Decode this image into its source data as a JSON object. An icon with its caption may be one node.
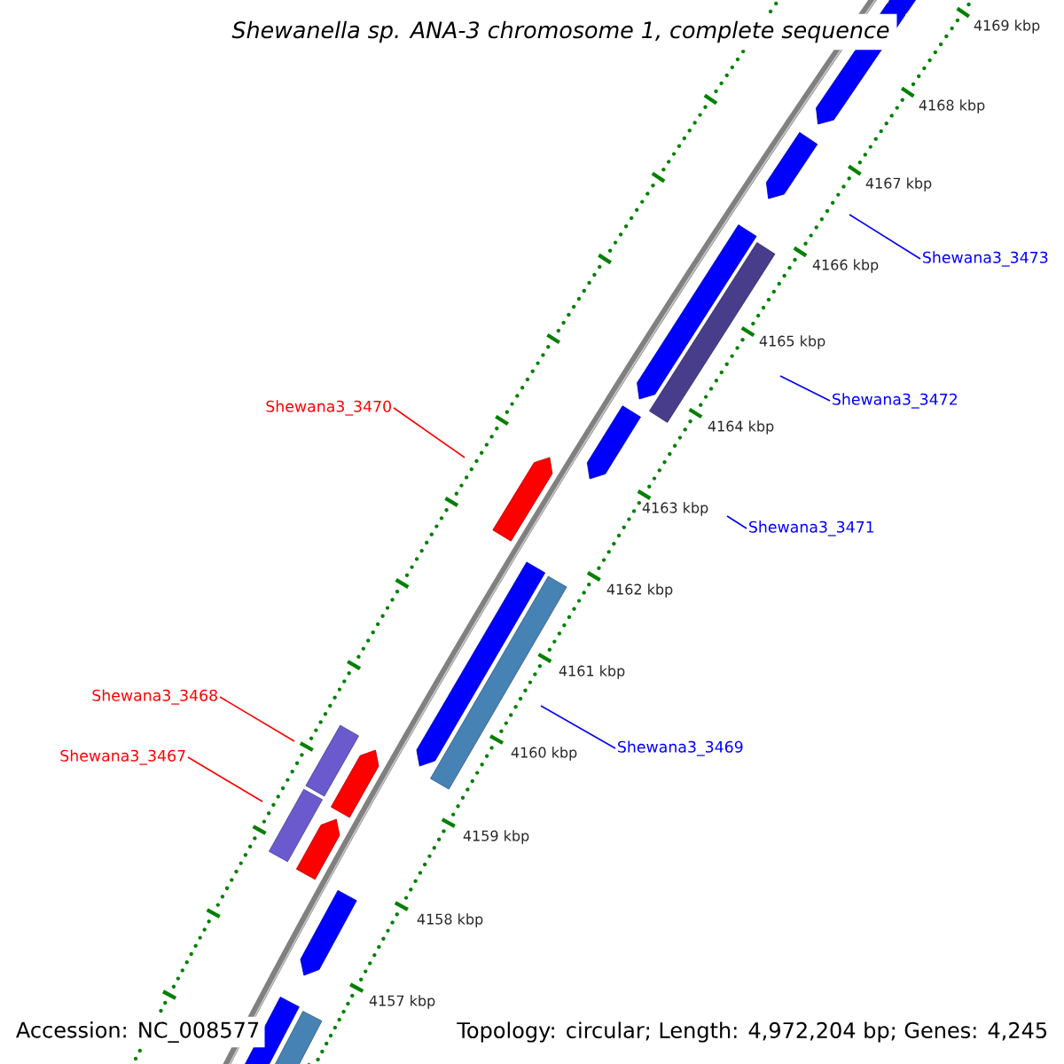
{
  "diagram": {
    "title": "Shewanella sp. ANA-3 chromosome 1, complete sequence",
    "nodes": [
      {
        "text": [
          "Shewana3_3473"
        ]
      },
      {
        "text": [
          "Shewana3_3472"
        ]
      },
      {
        "text": [
          "Shewana3_3470"
        ]
      },
      {
        "text": [
          "Shewana3_3471"
        ]
      },
      {
        "text": [
          "Shewana3_3468"
        ]
      },
      {
        "text": [
          "Shewana3_3469"
        ]
      },
      {
        "text": [
          "Shewana3_3467"
        ]
      }
    ],
    "edges": [
      {
        "from": 0,
        "to": null,
        "arrow": "none"
      },
      {
        "from": 1,
        "to": null,
        "arrow": "none"
      },
      {
        "from": 2,
        "to": null,
        "arrow": "none",
        "color": "#ff0000"
      },
      {
        "from": 3,
        "to": null,
        "arrow": "none"
      },
      {
        "from": 4,
        "to": null,
        "arrow": "none",
        "color": "#ff0000"
      },
      {
        "from": 5,
        "to": null,
        "arrow": "none"
      },
      {
        "from": 6,
        "to": null,
        "arrow": "none",
        "color": "#ff0000"
      }
    ],
    "labels": [
      "4169 kbp",
      "4168 kbp",
      "4167 kbp",
      "4166 kbp",
      "4165 kbp",
      "4164 kbp",
      "4163 kbp",
      "4162 kbp",
      "4161 kbp",
      "4160 kbp",
      "4159 kbp",
      "4158 kbp",
      "4157 kbp",
      "Accession: NC_008577",
      "Topology: circular; Length: 4,972,204 bp; Genes: 4,245"
    ]
  }
}
